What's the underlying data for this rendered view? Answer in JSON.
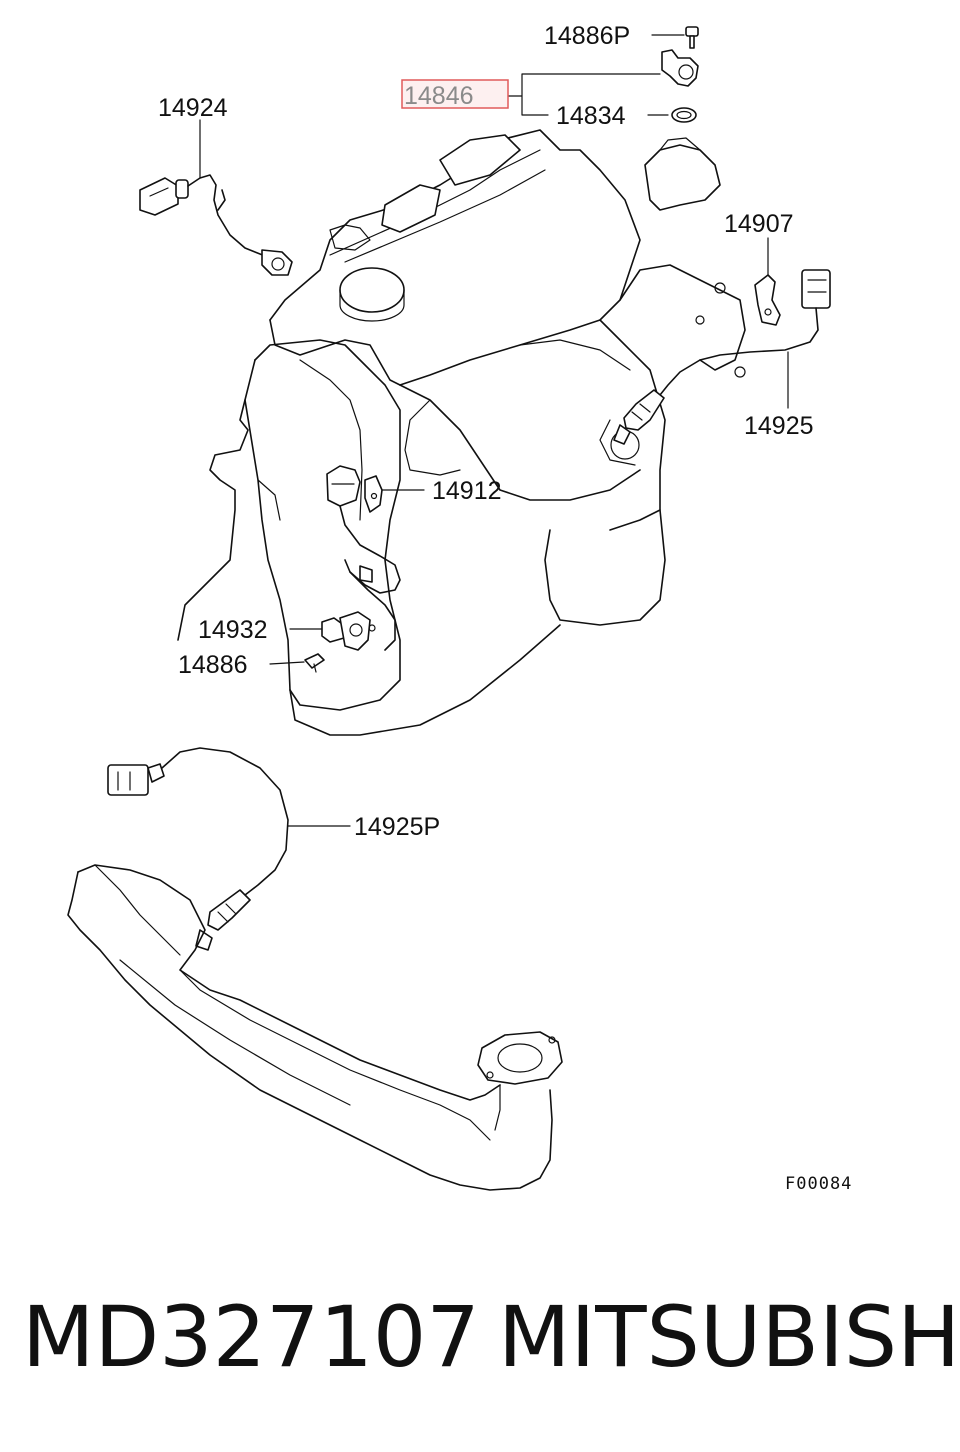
{
  "callouts": {
    "c14886P": "14886P",
    "c14846": "14846",
    "c14834": "14834",
    "c14924": "14924",
    "c14907": "14907",
    "c14925": "14925",
    "c14912": "14912",
    "c14932": "14932",
    "c14886": "14886",
    "c14925P": "14925P"
  },
  "figure_code": "F00084",
  "highlight_color": "#e05a5a",
  "footer": {
    "part_number": "MD327107",
    "brand": "MITSUBISHI"
  }
}
